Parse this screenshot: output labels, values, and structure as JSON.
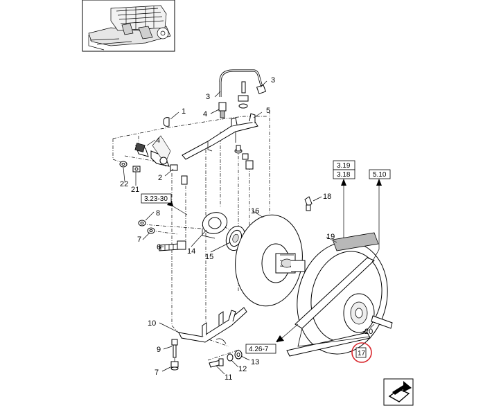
{
  "callouts": {
    "c1": "1",
    "c2": "2",
    "c3a": "3",
    "c3b": "3",
    "c4a": "4",
    "c4b": "4",
    "c5": "5",
    "c6": "6",
    "c7a": "7",
    "c7b": "7",
    "c8": "8",
    "c9": "9",
    "c10": "10",
    "c11": "11",
    "c12": "12",
    "c13": "13",
    "c14": "14",
    "c15": "15",
    "c16": "16",
    "c17": "17",
    "c18": "18",
    "c19": "19",
    "c20": "20",
    "c21": "21",
    "c22": "22"
  },
  "refs": {
    "r319": "3.19",
    "r318": "3.18",
    "r510": "5.10",
    "r323": "3.23-30",
    "r426": "4.26-7"
  },
  "highlight_color": "#d8262c",
  "icons": {
    "thumbnail": "machine-overview-thumbnail",
    "nav": "next-page-arrow-icon"
  }
}
